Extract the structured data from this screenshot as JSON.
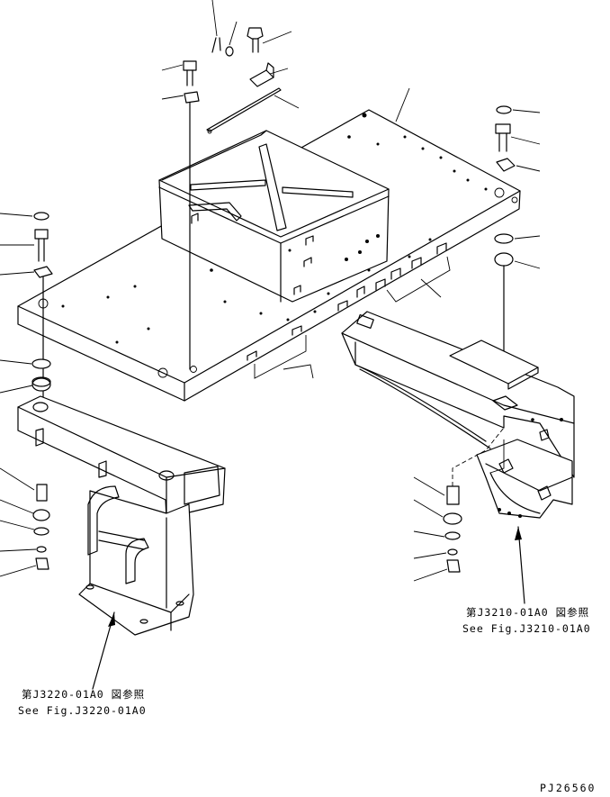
{
  "references": {
    "left": {
      "jp": "第J3220-01A0 図参照",
      "en": "See Fig.J3220-01A0"
    },
    "right": {
      "jp": "第J3210-01A0 図参照",
      "en": "See Fig.J3210-01A0"
    }
  },
  "drawing_number": "PJ26560",
  "colors": {
    "line": "#000000",
    "background": "#ffffff"
  }
}
